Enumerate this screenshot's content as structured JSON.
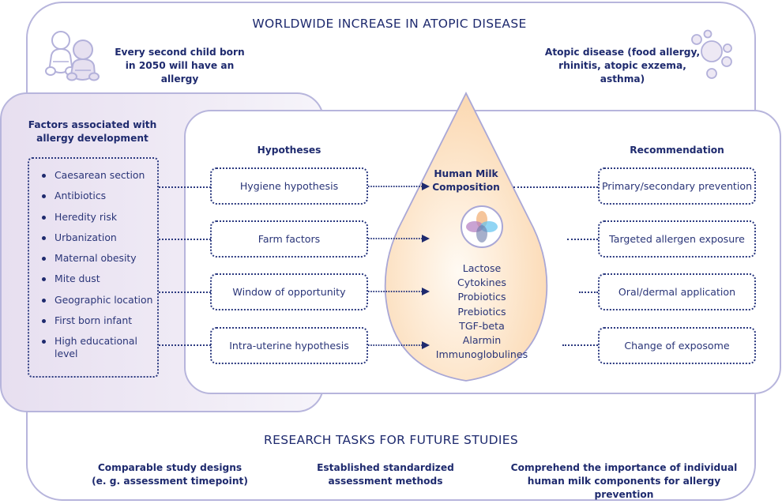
{
  "header": {
    "title": "WORLDWIDE INCREASE IN ATOPIC DISEASE",
    "left_statement": [
      "Every second child born",
      "in 2050 will have an allergy"
    ],
    "right_statement": [
      "Atopic disease (food allergy,",
      "rhinitis, atopic exzema, asthma)"
    ],
    "left_icon": "babies-icon",
    "right_icon": "bubbles-icon"
  },
  "factors": {
    "heading": [
      "Factors associated with",
      "allergy development"
    ],
    "items": [
      "Caesarean section",
      "Antibiotics",
      "Heredity risk",
      "Urbanization",
      "Maternal obesity",
      "Mite dust",
      "Geographic location",
      "First born infant",
      "High educational level"
    ]
  },
  "hypotheses": {
    "heading": "Hypotheses",
    "items": [
      "Hygiene hypothesis",
      "Farm factors",
      "Window of opportunity",
      "Intra-uterine hypothesis"
    ]
  },
  "milk": {
    "heading": [
      "Human Milk",
      "Composition"
    ],
    "icon": "clover-molecule-icon",
    "components": [
      "Lactose",
      "Cytokines",
      "Probiotics",
      "Prebiotics",
      "TGF-beta",
      "Alarmin",
      "Immunoglobulines"
    ]
  },
  "recommendation": {
    "heading": "Recommendation",
    "items": [
      "Primary/secondary prevention",
      "Targeted allergen exposure",
      "Oral/dermal application",
      "Change of exposome"
    ]
  },
  "research": {
    "title": "RESEARCH TASKS FOR FUTURE STUDIES",
    "tasks": [
      [
        "Comparable study designs",
        "(e. g. assessment timepoint)"
      ],
      [
        "Established standardized",
        "assessment methods"
      ],
      [
        "Comprehend the importance of individual",
        "human milk components for allergy prevention"
      ]
    ]
  },
  "colors": {
    "navy": "#1e2a6e",
    "border_lavender": "#b7b5dc",
    "panel_lavender": "#ebe4f2",
    "drop_peach": "#fbdcb8"
  }
}
